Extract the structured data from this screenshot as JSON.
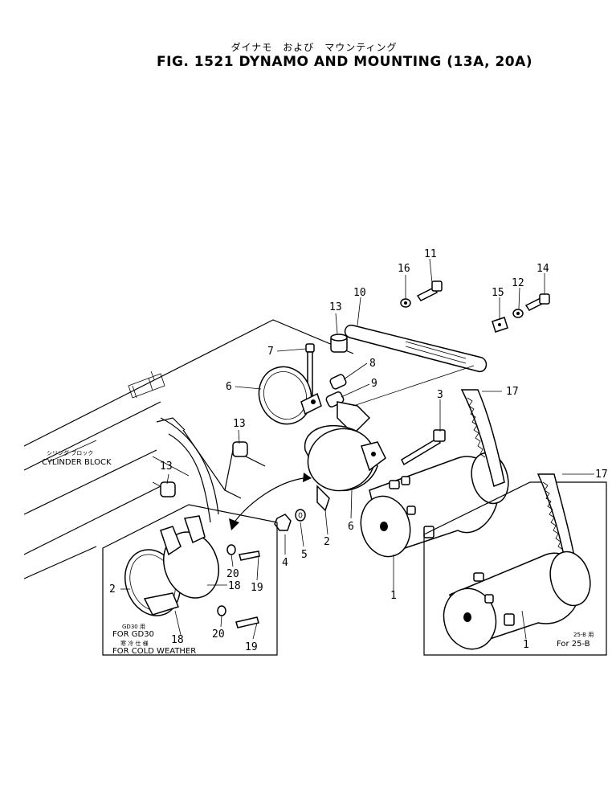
{
  "title": {
    "jp": "ダイナモ　および　マウンティング",
    "main": "FIG. 1521  DYNAMO AND MOUNTING  (13A, 20A)"
  },
  "labels": {
    "cylinder_block_jp": "シリンダ ブロック",
    "cylinder_block": "CYLINDER BLOCK",
    "gd30_jp": "GD30 用",
    "for_gd30": "FOR GD30",
    "cold_weather_jp": "寒 冷 仕 様",
    "for_cold_weather": "FOR COLD WEATHER",
    "spec_25b_jp": "25-B 用",
    "for_25b": "For 25-B"
  },
  "callouts": {
    "p1": "1",
    "p1b": "1",
    "p2": "2",
    "p2b": "2",
    "p3": "3",
    "p4": "4",
    "p5": "5",
    "p6": "6",
    "p6b": "6",
    "p7": "7",
    "p8": "8",
    "p9": "9",
    "p10": "10",
    "p11": "11",
    "p12": "12",
    "p13": "13",
    "p13b": "13",
    "p13c": "13",
    "p14": "14",
    "p15": "15",
    "p16": "16",
    "p17": "17",
    "p17b": "17",
    "p18": "18",
    "p18b": "18",
    "p19": "19",
    "p19b": "19",
    "p20": "20",
    "p20b": "20"
  }
}
